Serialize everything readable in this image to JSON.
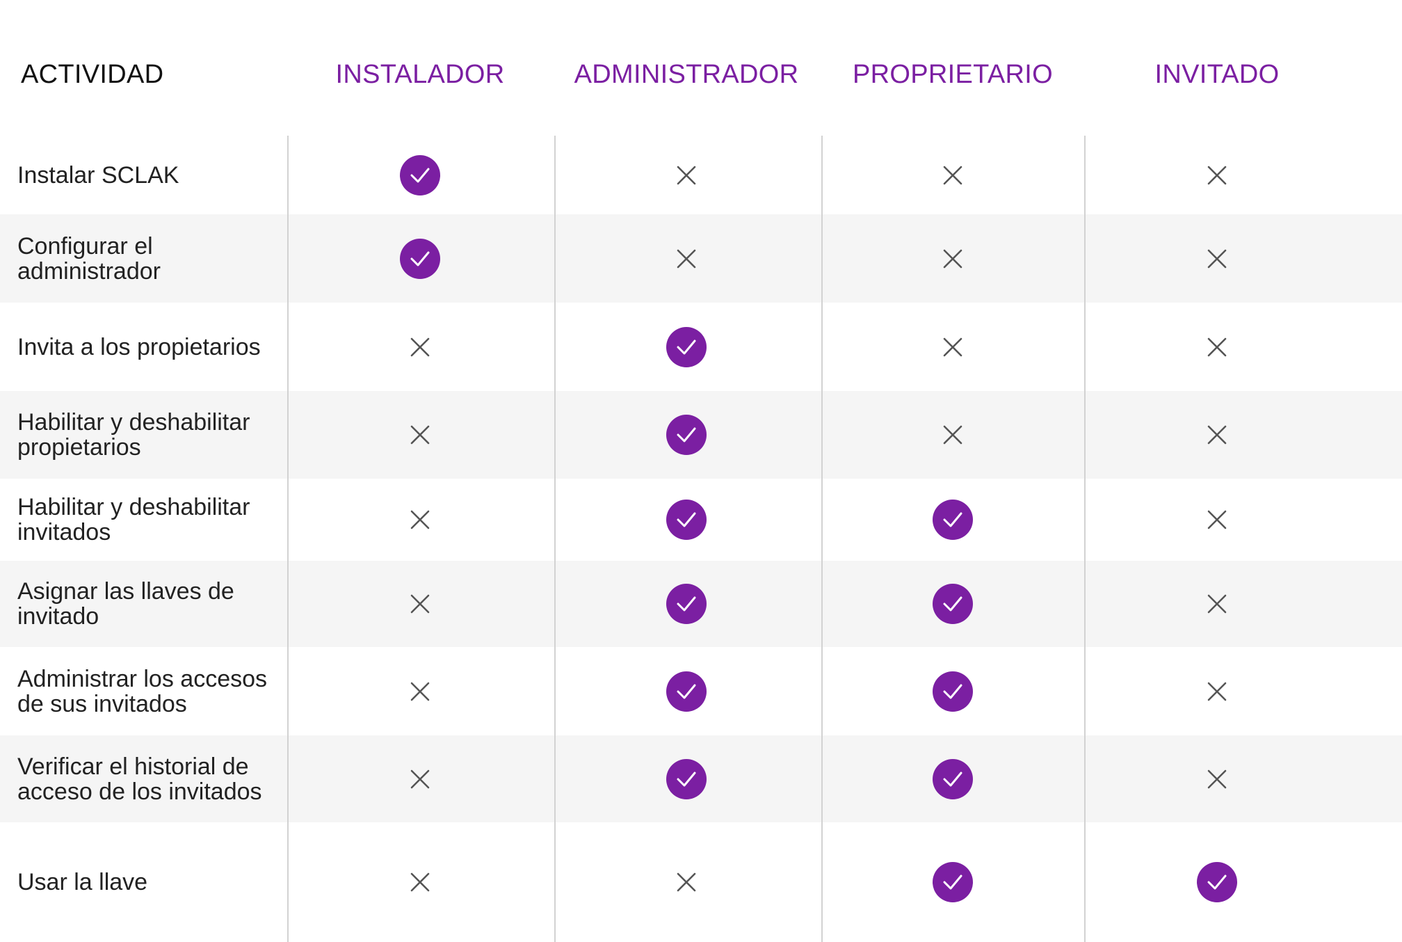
{
  "header": {
    "activity_label": "ACTIVIDAD",
    "roles": [
      "INSTALADOR",
      "ADMINISTRADOR",
      "PROPRIETARIO",
      "INVITADO"
    ]
  },
  "colors": {
    "accent": "#7b1fa2",
    "cross": "#555555",
    "row_shade": "#f5f5f5",
    "divider": "#d2d2d2"
  },
  "icons": {
    "allowed": "check-circle-icon",
    "denied": "x-mark-icon"
  },
  "rows": [
    {
      "activity": "Instalar SCLAK",
      "permissions": [
        true,
        false,
        false,
        false
      ]
    },
    {
      "activity": "Configurar el administrador",
      "permissions": [
        true,
        false,
        false,
        false
      ]
    },
    {
      "activity": "Invita a los propietarios",
      "permissions": [
        false,
        true,
        false,
        false
      ]
    },
    {
      "activity": "Habilitar y deshabilitar propietarios",
      "permissions": [
        false,
        true,
        false,
        false
      ]
    },
    {
      "activity": "Habilitar y deshabilitar invitados",
      "permissions": [
        false,
        true,
        true,
        false
      ]
    },
    {
      "activity": "Asignar las llaves de invitado",
      "permissions": [
        false,
        true,
        true,
        false
      ]
    },
    {
      "activity": "Administrar los accesos de sus invitados",
      "permissions": [
        false,
        true,
        true,
        false
      ]
    },
    {
      "activity": "Verificar el historial de acceso de los invitados",
      "permissions": [
        false,
        true,
        true,
        false
      ]
    },
    {
      "activity": "Usar la llave",
      "permissions": [
        false,
        false,
        true,
        true
      ]
    }
  ]
}
